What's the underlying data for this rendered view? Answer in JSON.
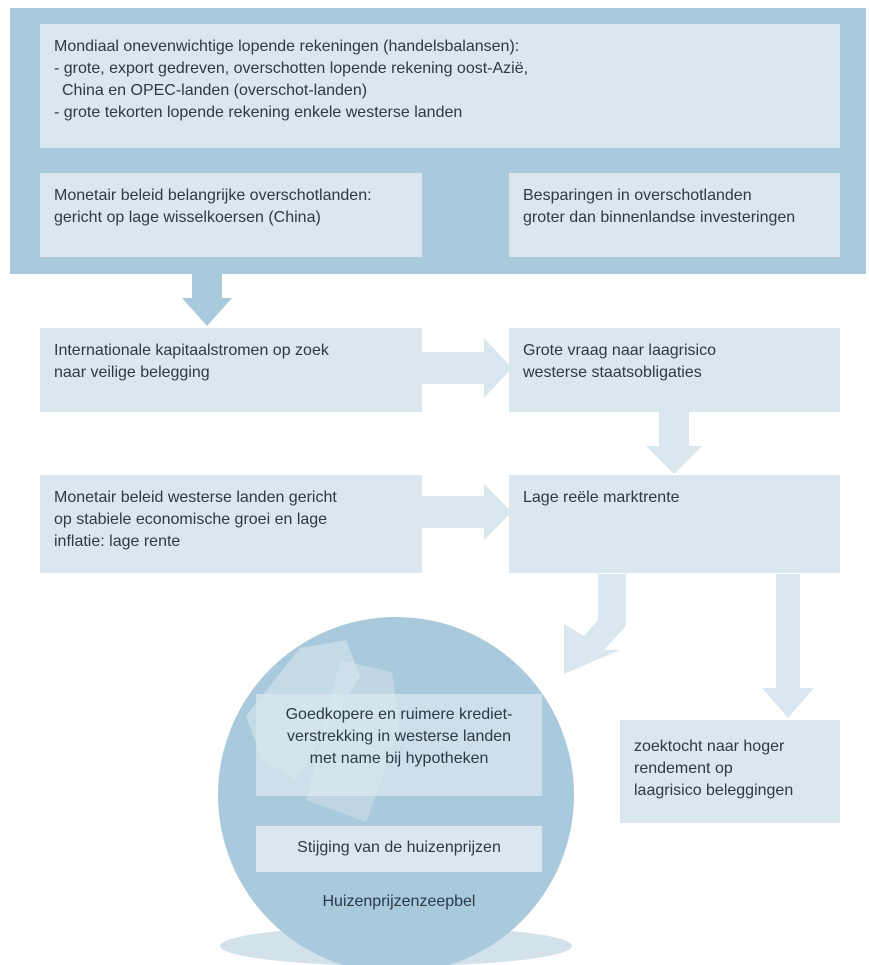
{
  "top_block": {
    "header": {
      "line1": "Mondiaal onevenwichtige lopende rekeningen (handelsbalansen):",
      "line2": "- grote, export gedreven, overschotten lopende rekening oost-Azië,",
      "line3": "China en OPEC-landen (overschot-landen)",
      "line4": "- grote tekorten lopende rekening enkele westerse landen"
    },
    "monetary_surplus": {
      "line1": "Monetair beleid belangrijke overschotlanden:",
      "line2": "gericht op lage wisselkoersen (China)"
    },
    "savings": {
      "line1": "Besparingen in overschotlanden",
      "line2": "groter dan binnenlandse investeringen"
    }
  },
  "capital_flows": {
    "line1": "Internationale kapitaalstromen op zoek",
    "line2": "naar veilige belegging"
  },
  "demand_bonds": {
    "line1": "Grote vraag naar laagrisico",
    "line2": "westerse staatsobligaties"
  },
  "monetary_west": {
    "line1": "Monetair beleid westerse landen gericht",
    "line2": "op stabiele economische groei en lage",
    "line3": "inflatie: lage rente"
  },
  "low_rate": {
    "line1": "Lage reële marktrente"
  },
  "search_yield": {
    "line1": "zoektocht naar hoger",
    "line2": "rendement op",
    "line3": "laagrisico beleggingen"
  },
  "bubble": {
    "credit": {
      "line1": "Goedkopere en ruimere krediet-",
      "line2": "verstrekking in westerse landen",
      "line3": "met name bij hypotheken"
    },
    "prices": "Stijging van de huizenprijzen",
    "label": "Huizenprijzenzeepbel"
  },
  "colors": {
    "panel": "#a9c9dc",
    "box": "#dbe7ee",
    "arrow_dark": "#a9c9dc",
    "arrow_light": "#dbe7ee",
    "bubble": "#a9c9dc",
    "shadow": "#d2e1ea",
    "text": "#2b3a44"
  }
}
